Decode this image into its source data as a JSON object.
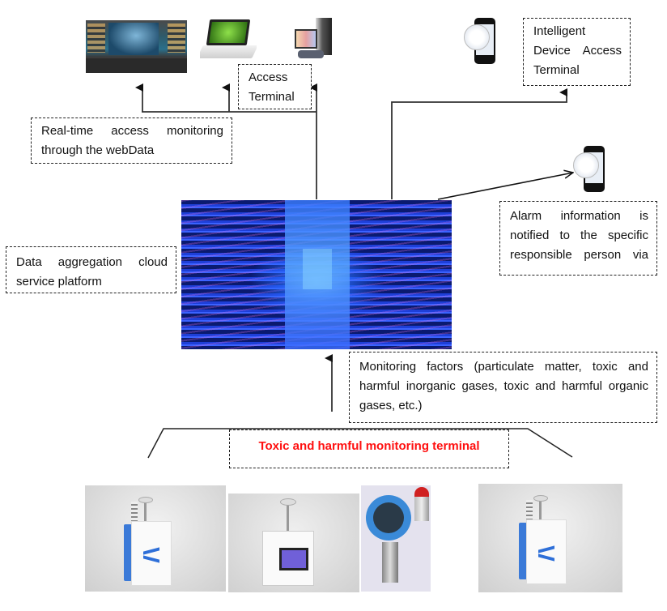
{
  "diagram": {
    "title": "Toxic and harmful monitoring terminal",
    "title_color": "#ff1010",
    "labels": {
      "access_terminal": [
        "Access",
        "Terminal"
      ],
      "web_monitoring": [
        "Real-time access monitoring",
        "through the webData"
      ],
      "intelligent_device": [
        "Intelligent",
        "Device Access",
        "Terminal"
      ],
      "alarm": [
        "Alarm information is",
        "notified to the specific",
        "responsible person via"
      ],
      "cloud_platform": [
        "Data aggregation cloud",
        "service platform"
      ],
      "monitoring_factors": [
        "Monitoring factors (particulate matter, toxic and",
        "harmful inorganic gases, toxic and harmful organic",
        "gases, etc.)"
      ]
    },
    "images": {
      "video_wall": "monitoring-control-room",
      "laptop": "laptop-computer",
      "desktop": "desktop-computer",
      "phone_top": "smartphone",
      "phone_alarm": "smartphone",
      "datacenter": "server-racks-datacenter",
      "device_1": "air-quality-monitor",
      "device_2": "vocs-monitor",
      "device_3": "fixed-gas-detector",
      "device_4": "air-quality-monitor"
    },
    "colors": {
      "line": "#222222",
      "datacenter_blue": "#1a3cff"
    }
  }
}
